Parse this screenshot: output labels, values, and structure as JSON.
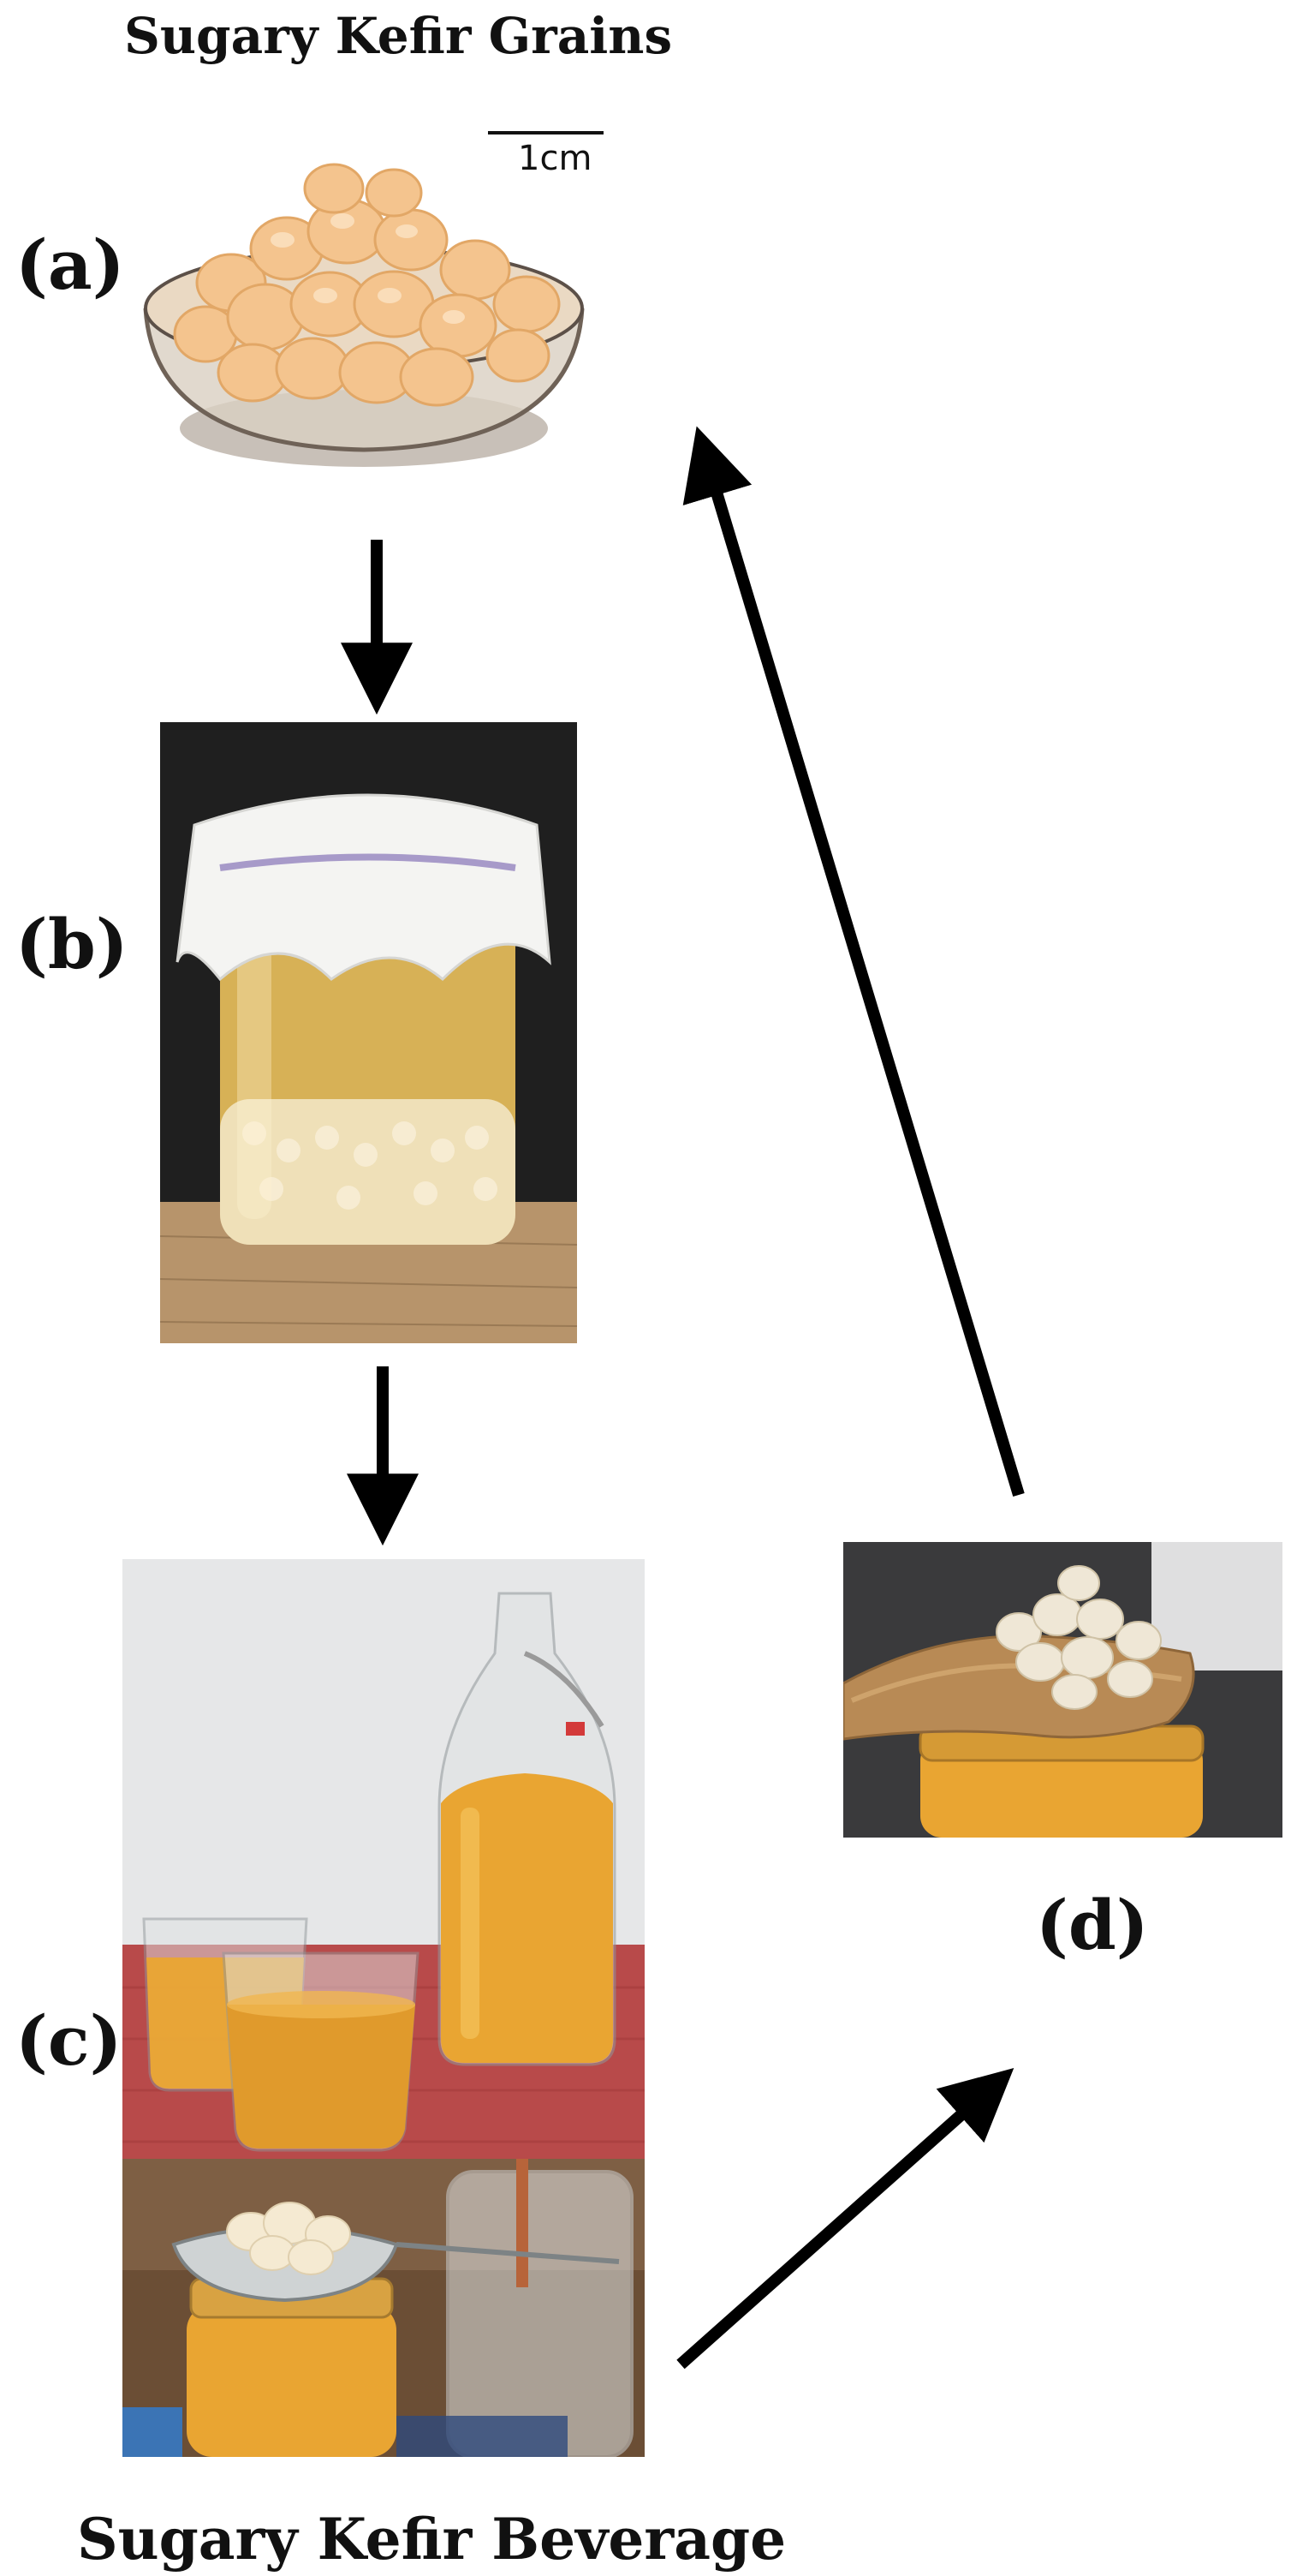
{
  "title_top": "Sugary Kefir Grains",
  "title_bottom": "Sugary Kefir Beverage",
  "panels": {
    "a": "(a)",
    "b": "(b)",
    "c": "(c)",
    "d": "(d)"
  },
  "scale_bar": "1cm",
  "colors": {
    "arrow": "#000000",
    "grain": "#f4c48e",
    "liquid": "#e9a532",
    "jar_background": "#1f1f1f",
    "tablecloth": "#b84a4a"
  }
}
